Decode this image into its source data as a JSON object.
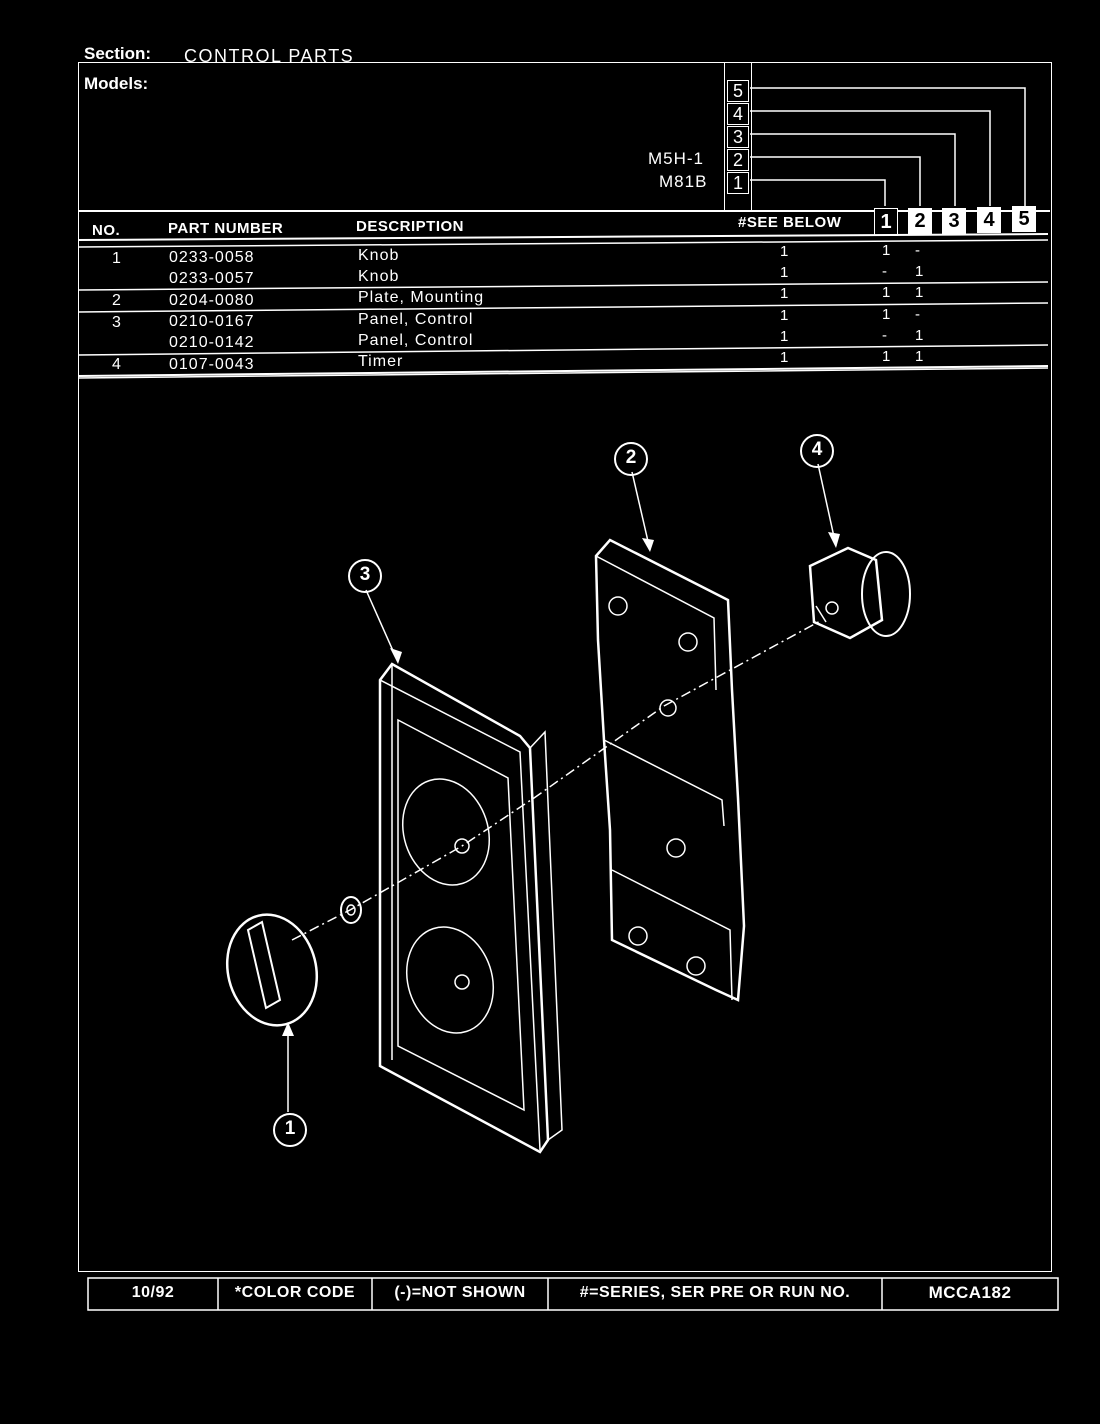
{
  "header": {
    "section_label": "Section:",
    "section_value": "CONTROL PARTS",
    "models_label": "Models:",
    "models": [
      "M5H-1",
      "M81B"
    ],
    "model_columns": [
      "5",
      "4",
      "3",
      "2",
      "1"
    ]
  },
  "table": {
    "columns": [
      "NO.",
      "PART NUMBER",
      "DESCRIPTION",
      "#SEE BELOW"
    ],
    "model_columns": [
      "1",
      "2",
      "3",
      "4",
      "5"
    ],
    "rows": [
      {
        "no": "1",
        "part": "0233-0058",
        "desc": "Knob",
        "see": "1",
        "m1": "1",
        "m2": "-"
      },
      {
        "no": "",
        "part": "0233-0057",
        "desc": "Knob",
        "see": "1",
        "m1": "-",
        "m2": "1"
      },
      {
        "no": "2",
        "part": "0204-0080",
        "desc": "Plate, Mounting",
        "see": "1",
        "m1": "1",
        "m2": "1"
      },
      {
        "no": "3",
        "part": "0210-0167",
        "desc": "Panel, Control",
        "see": "1",
        "m1": "1",
        "m2": "-"
      },
      {
        "no": "",
        "part": "0210-0142",
        "desc": "Panel, Control",
        "see": "1",
        "m1": "-",
        "m2": "1"
      },
      {
        "no": "4",
        "part": "0107-0043",
        "desc": "Timer",
        "see": "1",
        "m1": "1",
        "m2": "1"
      }
    ]
  },
  "callouts": [
    "1",
    "2",
    "3",
    "4"
  ],
  "footer": {
    "date": "10/92",
    "color_code": "*COLOR CODE",
    "not_shown": "(-)=NOT SHOWN",
    "series": "#=SERIES, SER PRE OR RUN NO.",
    "doc_id": "MCCA182"
  }
}
